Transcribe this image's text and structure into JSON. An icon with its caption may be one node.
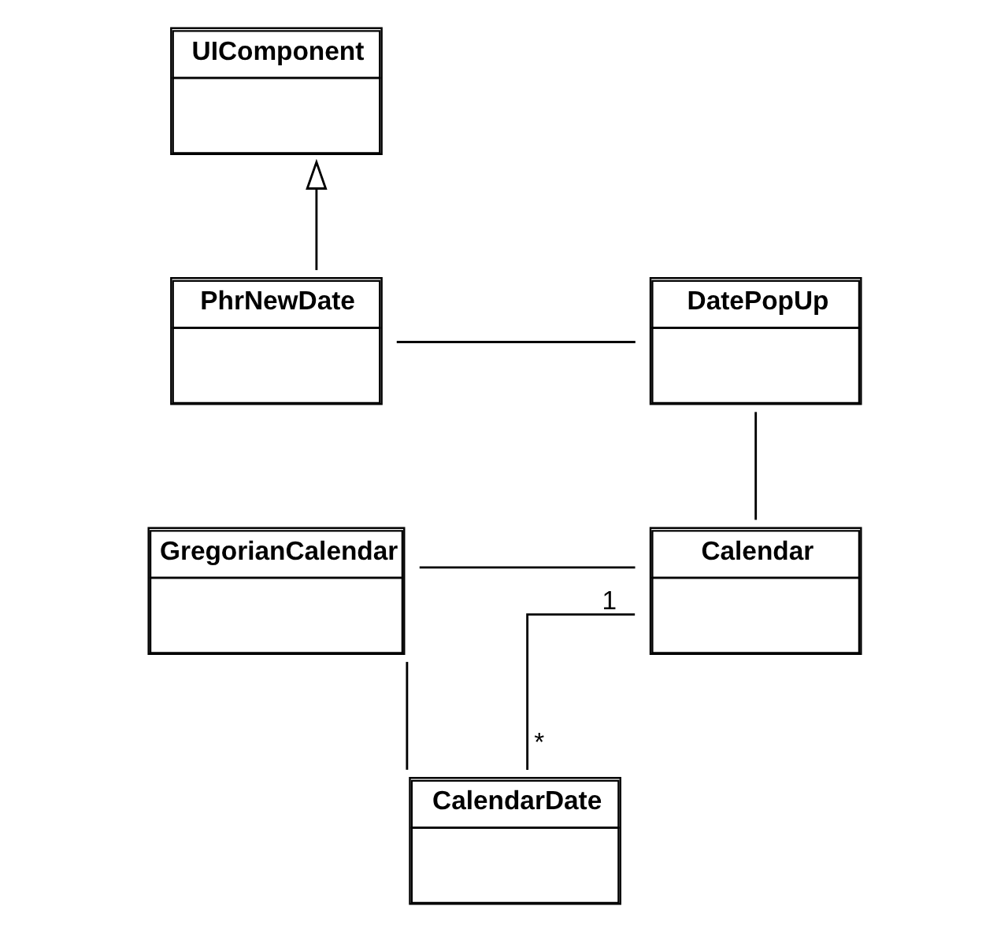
{
  "diagram": {
    "nodes": [
      {
        "text": [
          "UIComponent"
        ]
      },
      {
        "text": [
          "PhrNewDate"
        ]
      },
      {
        "text": [
          "DatePopUp"
        ]
      },
      {
        "text": [
          "GregorianCalendar"
        ]
      },
      {
        "text": [
          "Calendar"
        ]
      },
      {
        "text": [
          "CalendarDate"
        ]
      }
    ],
    "edges": [
      {
        "from": 1,
        "to": 0,
        "arrow": "to"
      },
      {
        "from": 1,
        "to": 2,
        "arrow": "none"
      },
      {
        "from": 2,
        "to": 4,
        "arrow": "none"
      },
      {
        "from": 3,
        "to": 4,
        "arrow": "none"
      },
      {
        "from": 4,
        "to": 5,
        "arrow": "none"
      },
      {
        "from": 3,
        "to": 5,
        "arrow": "none"
      }
    ],
    "labels": [
      "1",
      "*"
    ]
  }
}
